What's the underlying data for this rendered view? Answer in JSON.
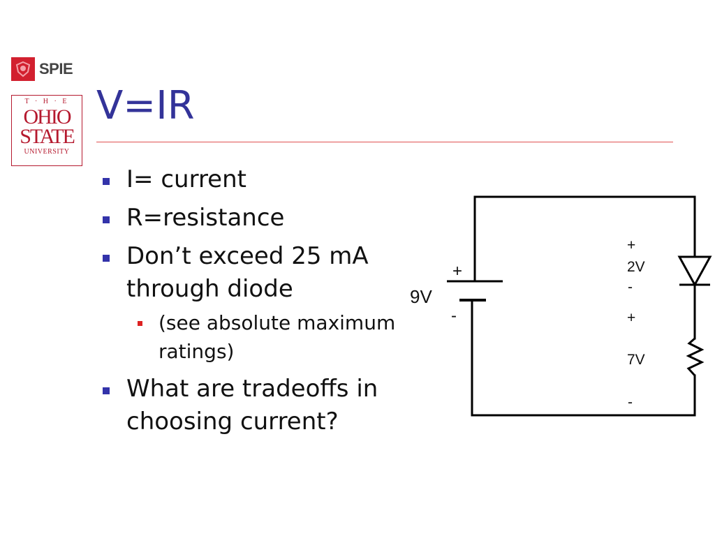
{
  "logos": {
    "spie": "SPIE",
    "osu": {
      "the": "T · H · E",
      "line1": "OHIO",
      "line2": "STATE",
      "line3": "UNIVERSITY"
    }
  },
  "slide": {
    "title": "V=IR",
    "bullets": [
      {
        "text": "I= current"
      },
      {
        "text": "R=resistance"
      },
      {
        "text": "Don’t exceed 25 mA through diode"
      },
      {
        "text": "What are tradeoffs in choosing current?"
      }
    ],
    "sub_bullets": [
      {
        "text": "(see absolute maximum ratings)"
      }
    ]
  },
  "circuit": {
    "battery_voltage": "9V",
    "battery_plus": "+",
    "battery_minus": "-",
    "diode_plus": "+",
    "diode_voltage": "2V",
    "diode_minus": "-",
    "resistor_plus": "+",
    "resistor_voltage": "7V",
    "resistor_minus": "-"
  },
  "colors": {
    "title": "#333399",
    "rule": "#e05050",
    "bullet": "#3333aa",
    "sub_bullet": "#dd2222",
    "logo_red": "#b5192e"
  }
}
